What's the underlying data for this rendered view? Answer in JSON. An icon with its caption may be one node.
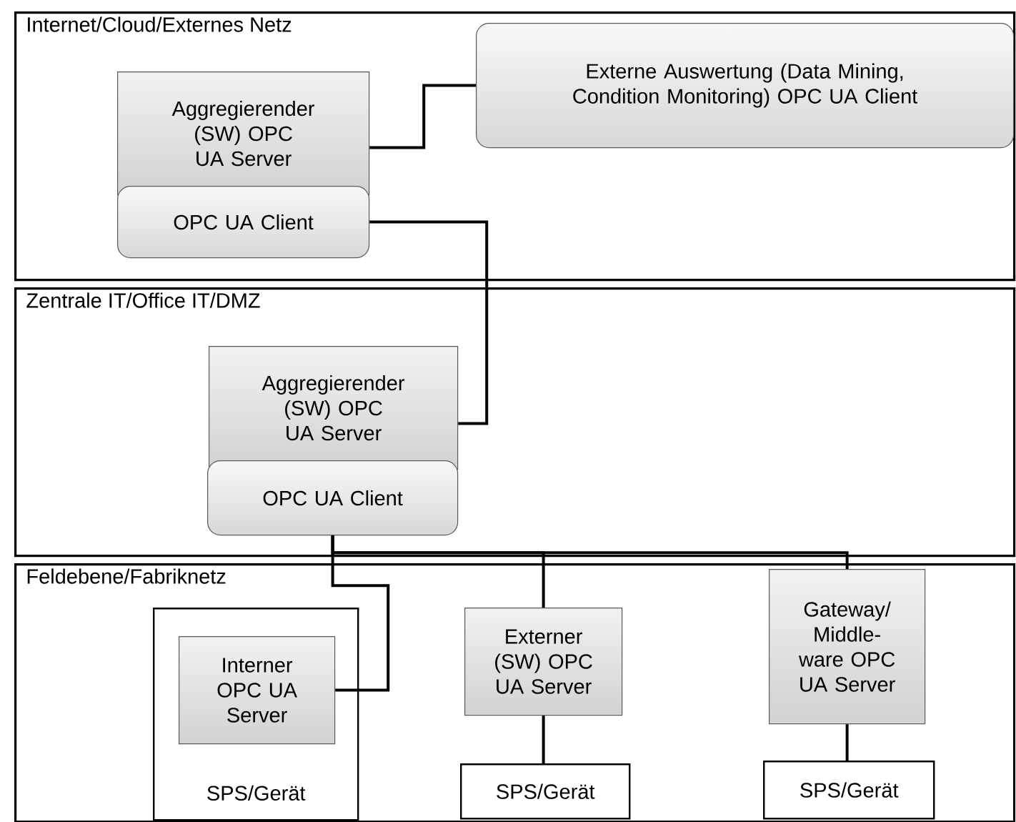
{
  "diagram": {
    "nodes": [
      {
        "text": [
          "Internet/Cloud/Externes Netz"
        ]
      },
      {
        "text": [
          "Aggregierender (SW) OPC UA Server"
        ],
        "in": 0
      },
      {
        "text": [
          "OPC UA Client"
        ],
        "in": 0
      },
      {
        "text": [
          "Externe Auswertung (Data Mining, Condition Monitoring) OPC UA Client"
        ],
        "in": 0
      },
      {
        "text": [
          "Zentrale IT/Office IT/DMZ"
        ]
      },
      {
        "text": [
          "Aggregierender (SW) OPC UA Server"
        ],
        "in": 4
      },
      {
        "text": [
          "OPC UA Client"
        ],
        "in": 4
      },
      {
        "text": [
          "Feldebene/Fabriknetz"
        ]
      },
      {
        "text": [
          "SPS/Gerät"
        ],
        "in": 7
      },
      {
        "text": [
          "Interner OPC UA Server"
        ],
        "in": 8
      },
      {
        "text": [
          "Externer (SW) OPC UA Server"
        ],
        "in": 7
      },
      {
        "text": [
          "SPS/Gerät"
        ],
        "in": 7
      },
      {
        "text": [
          "Gateway/ Middle- ware OPC UA Server"
        ],
        "in": 7
      },
      {
        "text": [
          "SPS/Gerät"
        ],
        "in": 7
      }
    ],
    "edges": [
      {
        "from": 1,
        "to": 3,
        "arrow": "none"
      },
      {
        "from": 2,
        "to": 5,
        "arrow": "none"
      },
      {
        "from": 6,
        "to": 9,
        "arrow": "none"
      },
      {
        "from": 6,
        "to": 10,
        "arrow": "none"
      },
      {
        "from": 6,
        "to": 12,
        "arrow": "none"
      },
      {
        "from": 10,
        "to": 11,
        "arrow": "none"
      },
      {
        "from": 12,
        "to": 13,
        "arrow": "none"
      }
    ]
  }
}
